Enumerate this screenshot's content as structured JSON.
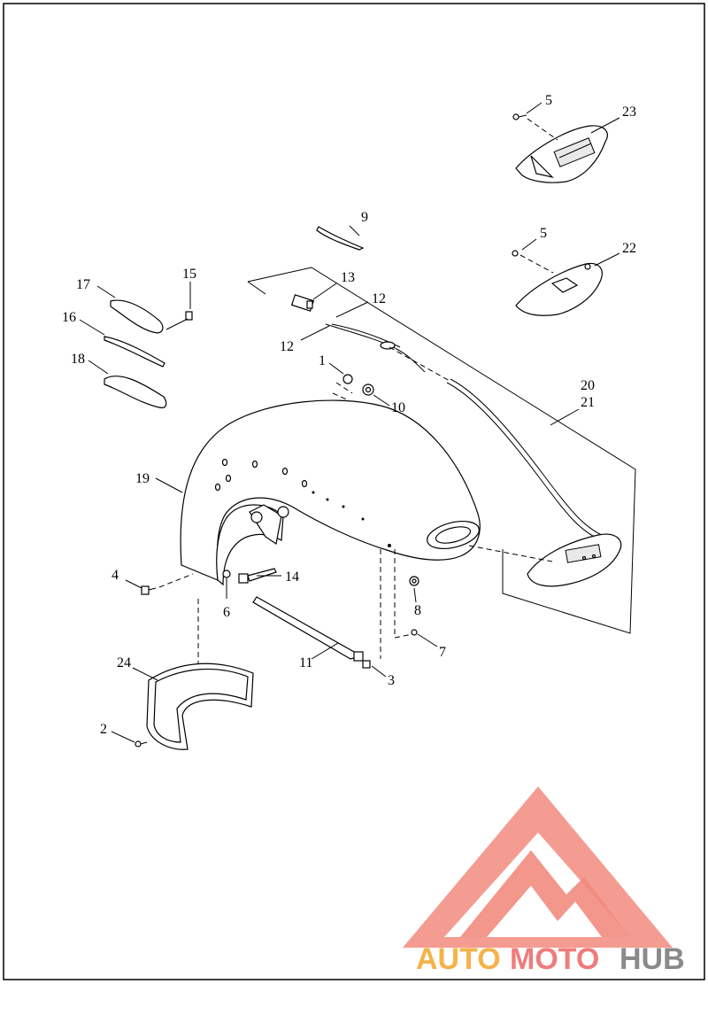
{
  "callouts": {
    "n1": "1",
    "n2": "2",
    "n3": "3",
    "n4": "4",
    "n5a": "5",
    "n5b": "5",
    "n6": "6",
    "n7": "7",
    "n8": "8",
    "n9": "9",
    "n10": "10",
    "n11": "11",
    "n12a": "12",
    "n12b": "12",
    "n13": "13",
    "n14": "14",
    "n15": "15",
    "n16": "16",
    "n17": "17",
    "n18": "18",
    "n19": "19",
    "n20": "20",
    "n21": "21",
    "n22": "22",
    "n23": "23",
    "n24": "24"
  },
  "watermark": {
    "text": "AUTOMOTOHUB",
    "part1": "AUTO",
    "part2": "MOTO",
    "part3": "HUB",
    "colors": {
      "triangle": "#f28b7e",
      "part1": "#f5b24a",
      "part2": "#ef7c7c",
      "part3": "#8a8a8a"
    }
  }
}
